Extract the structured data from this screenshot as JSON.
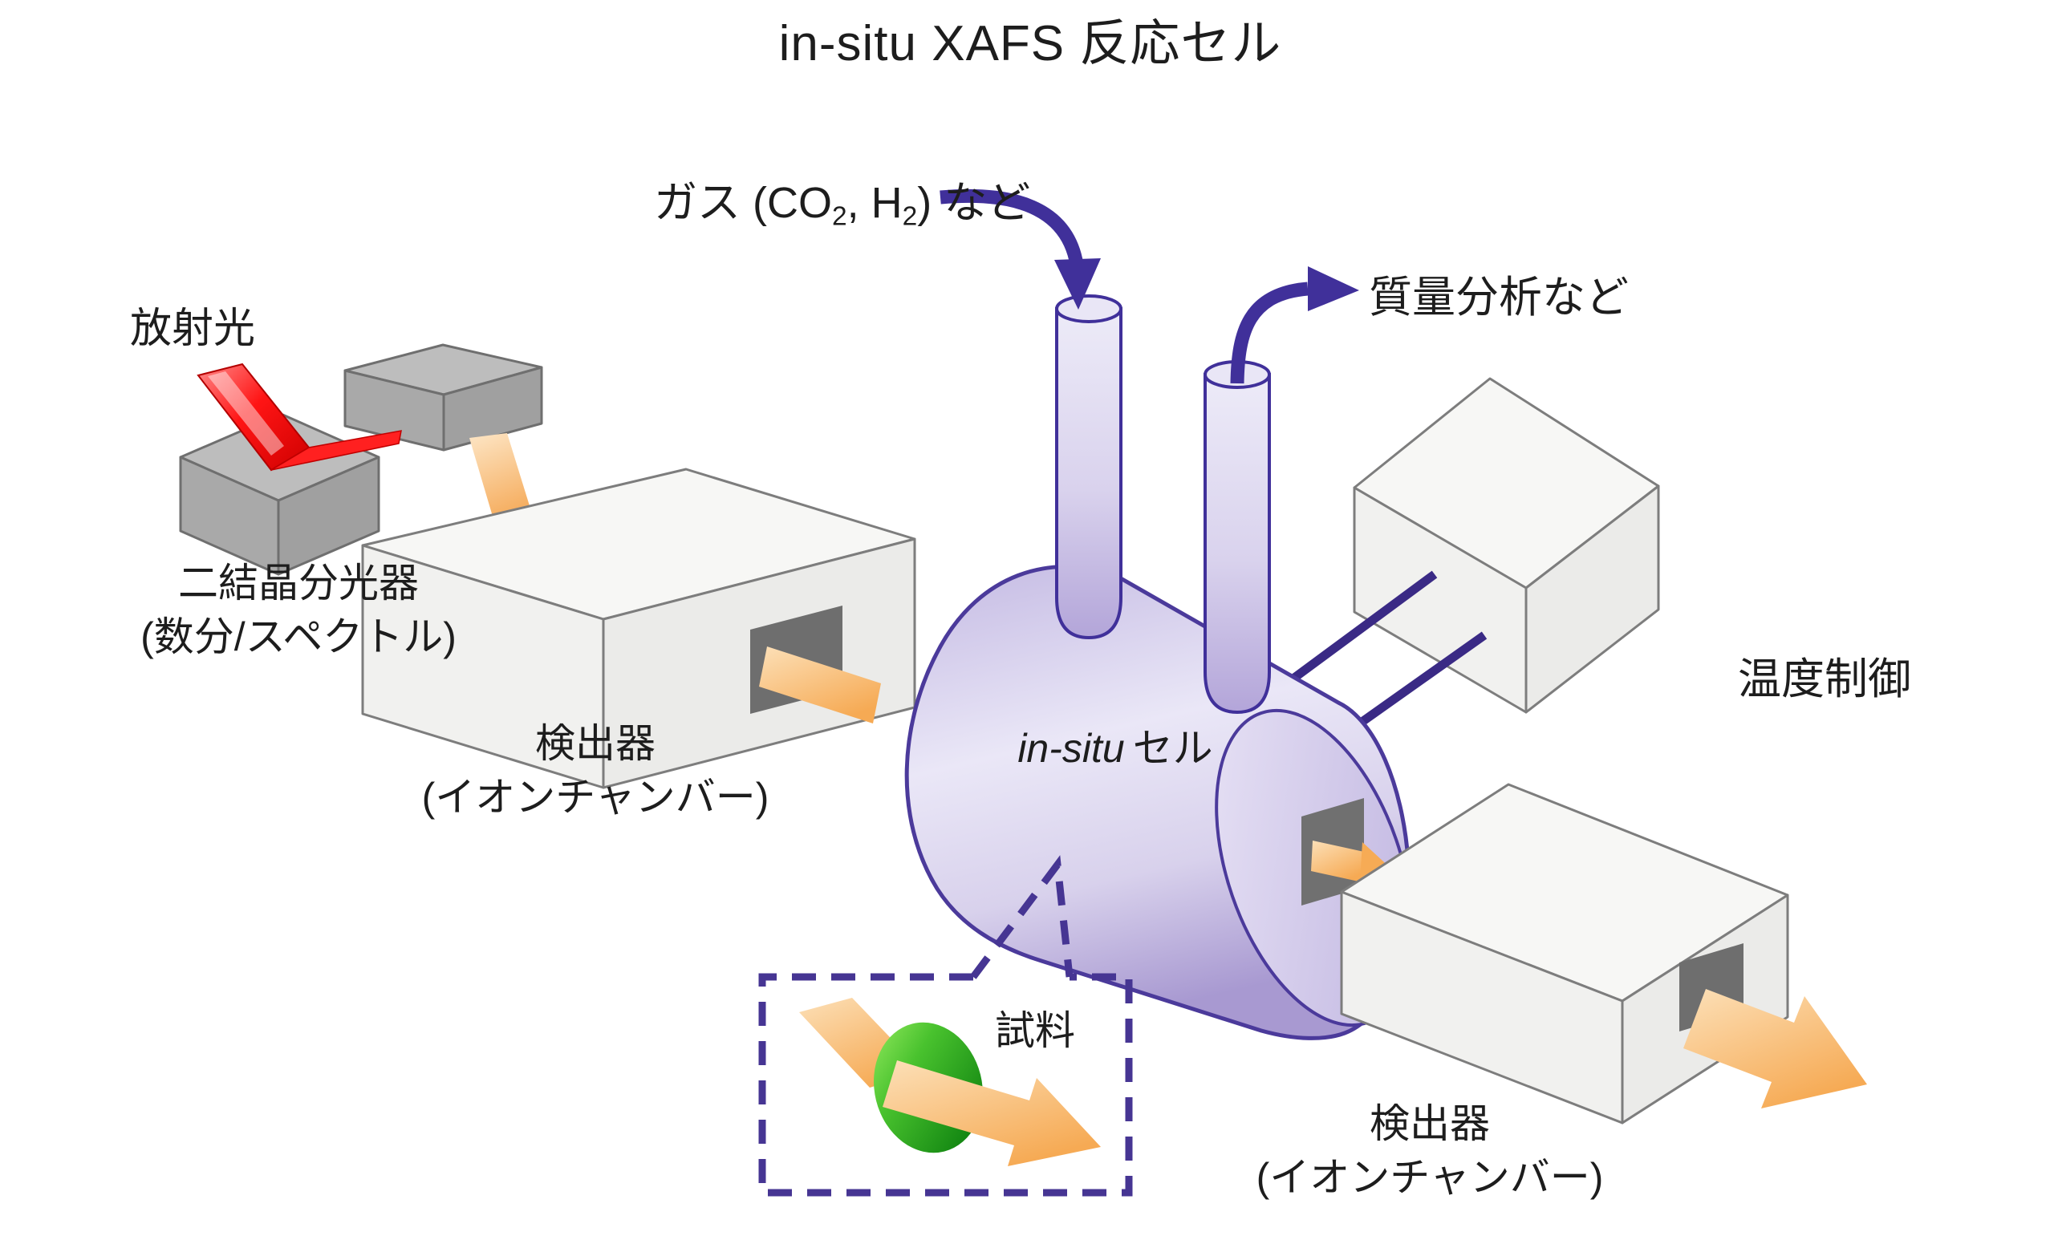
{
  "title": "in-situ XAFS 反応セル",
  "labels": {
    "gas": {
      "part1": "ガス (CO",
      "sub1": "2",
      "part2": ", H",
      "sub2": "2",
      "part3": ") など"
    },
    "mass_analysis": "質量分析など",
    "synchrotron": "放射光",
    "monochromator_line1": "二結晶分光器",
    "monochromator_line2": "(数分/スペクトル)",
    "detector_left_line1": "検出器",
    "detector_left_line2": "(イオンチャンバー)",
    "cell_italic": "in-situ",
    "cell_suffix": "セル",
    "temperature": "温度制御",
    "sample": "試料",
    "detector_right_line1": "検出器",
    "detector_right_line2": "(イオンチャンバー)"
  },
  "colors": {
    "accent_purple": "#40309a",
    "arrow_purple": "#3a2a85",
    "dashed_purple": "#463593",
    "cell_light": "#e9e6f6",
    "cell_dark": "#b2a4d8",
    "orange_beam": "#f6ab55",
    "green_sample": "#1f9c1f",
    "red_beam": "#e80000",
    "gray_box": "#b5b5b5",
    "white_box": "#f4f4f2",
    "slot_gray": "#6e6e6e",
    "text": "#1d1d1d"
  }
}
